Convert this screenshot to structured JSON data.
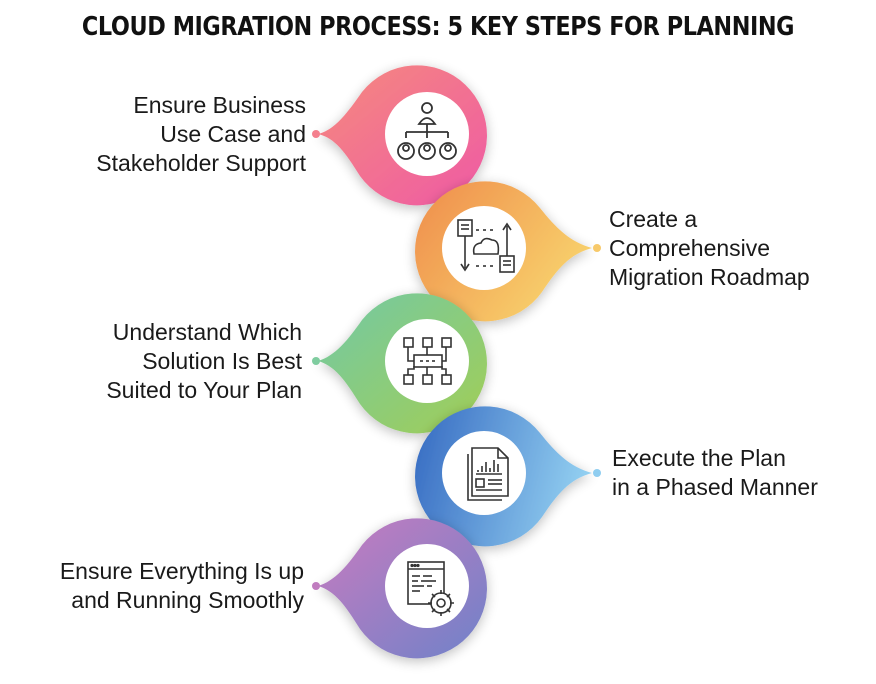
{
  "title": "CLOUD MIGRATION PROCESS: 5 KEY STEPS FOR PLANNING",
  "steps": [
    {
      "lines": [
        "Ensure Business",
        "Use Case and",
        "Stakeholder Support"
      ],
      "icon": "stakeholder-hierarchy-icon",
      "colors": [
        "#f27b88",
        "#f35d9e"
      ]
    },
    {
      "lines": [
        "Create a",
        "Comprehensive",
        "Migration Roadmap"
      ],
      "icon": "cloud-roadmap-icon",
      "colors": [
        "#f0924a",
        "#f7cf6a"
      ]
    },
    {
      "lines": [
        "Understand Which",
        "Solution Is Best",
        "Suited to Your Plan"
      ],
      "icon": "solution-flowchart-icon",
      "colors": [
        "#7ccd9b",
        "#9bcd5a"
      ]
    },
    {
      "lines": [
        "Execute the Plan",
        "in a Phased Manner"
      ],
      "icon": "report-document-icon",
      "colors": [
        "#3f78c6",
        "#8ecdf0"
      ]
    },
    {
      "lines": [
        "Ensure Everything Is up",
        "and Running Smoothly"
      ],
      "icon": "settings-window-icon",
      "colors": [
        "#c27bc1",
        "#7d7ec8"
      ]
    }
  ]
}
